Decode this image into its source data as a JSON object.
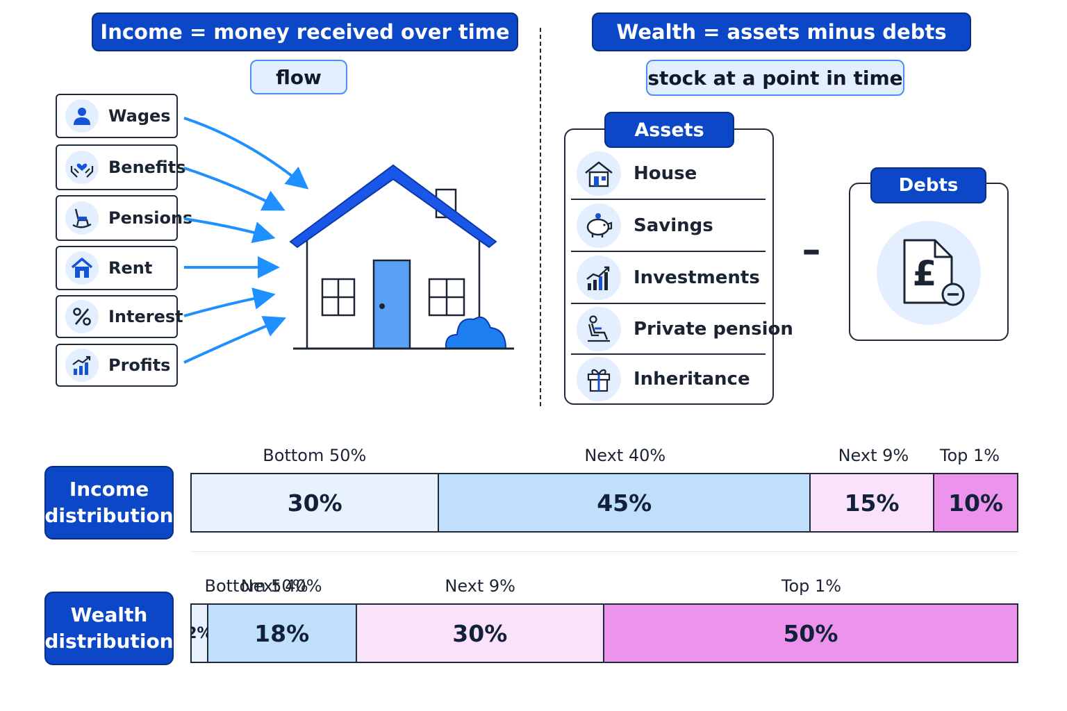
{
  "income_side": {
    "title": "Income = money received over time",
    "tag": "flow",
    "sources": [
      {
        "label": "Wages",
        "icon": "person-icon"
      },
      {
        "label": "Benefits",
        "icon": "heart-hands-icon"
      },
      {
        "label": "Pensions",
        "icon": "rocking-chair-icon"
      },
      {
        "label": "Rent",
        "icon": "house-icon"
      },
      {
        "label": "Interest",
        "icon": "percent-icon"
      },
      {
        "label": "Profits",
        "icon": "growth-chart-icon"
      }
    ]
  },
  "wealth_side": {
    "title": "Wealth = assets minus debts",
    "tag": "stock at a point in time",
    "assets_header": "Assets",
    "assets": [
      {
        "label": "House",
        "icon": "house-icon"
      },
      {
        "label": "Savings",
        "icon": "piggy-bank-icon"
      },
      {
        "label": "Investments",
        "icon": "growth-chart-icon"
      },
      {
        "label": "Private pension",
        "icon": "reclining-person-icon"
      },
      {
        "label": "Inheritance",
        "icon": "gift-icon"
      }
    ],
    "debts_header": "Debts",
    "minus": "–",
    "debt_glyph": "£"
  },
  "distributions": [
    {
      "label": "Income\ndistribution",
      "groups": [
        "Bottom 50%",
        "Next 40%",
        "Next 9%",
        "Top 1%"
      ],
      "shares": [
        30,
        45,
        15,
        10
      ],
      "share_labels": [
        "30%",
        "45%",
        "15%",
        "10%"
      ]
    },
    {
      "label": "Wealth\ndistribution",
      "groups": [
        "Bottom 50%",
        "Next 40%",
        "Next 9%",
        "Top 1%"
      ],
      "shares": [
        2,
        18,
        30,
        50
      ],
      "share_labels": [
        "2%",
        "18%",
        "30%",
        "50%"
      ]
    }
  ],
  "colors": {
    "banner": "#0b47c7",
    "accent": "#1e90ff",
    "roof": "#1a56e8",
    "segments": [
      "#e8f2ff",
      "#bfdffb",
      "#fbe2fb",
      "#ec93ec"
    ]
  }
}
